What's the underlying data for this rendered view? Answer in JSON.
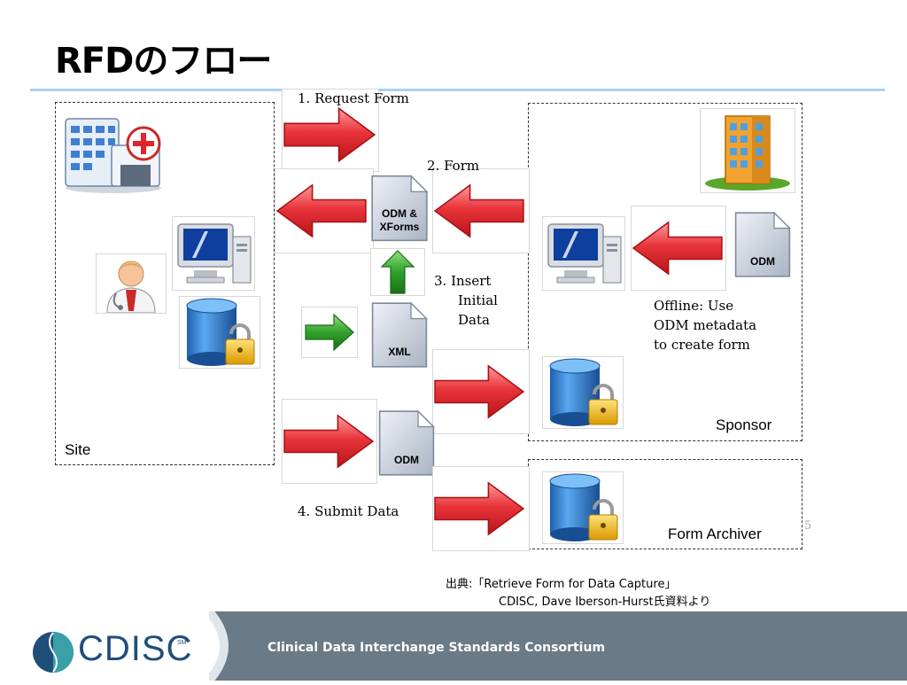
{
  "title": "RFDのフロー",
  "labels": {
    "site": "Site",
    "sponsor": "Sponsor",
    "form_archiver": "Form Archiver",
    "request_form": "1. Request Form",
    "form": "2. Form",
    "insert_line1": "3.  Insert",
    "insert_line2": "Initial",
    "insert_line3": "Data",
    "offline_line1": "Offline: Use",
    "offline_line2": "ODM metadata",
    "offline_line3": "to create form",
    "submit_data": "4. Submit Data"
  },
  "documents": {
    "odm_xforms_line1": "ODM &",
    "odm_xforms_line2": "XForms",
    "xml": "XML",
    "odm_sponsor": "ODM",
    "odm_submit": "ODM"
  },
  "source": {
    "line1": "出典:「Retrieve Form for Data Capture」",
    "line2": "CDISC,  Dave Iberson-Hurst氏資料より"
  },
  "page_number": "5",
  "footer": {
    "logo_text": "CDISC",
    "logo_mark": "SM",
    "tagline": "Clinical Data Interchange Standards Consortium"
  },
  "colors": {
    "red_arrow": "#e8353b",
    "green_arrow": "#2fa12a",
    "footer_bar": "#6a7a86",
    "title_rule": "#a9d1ec",
    "logo_blue": "#1f4e79"
  }
}
